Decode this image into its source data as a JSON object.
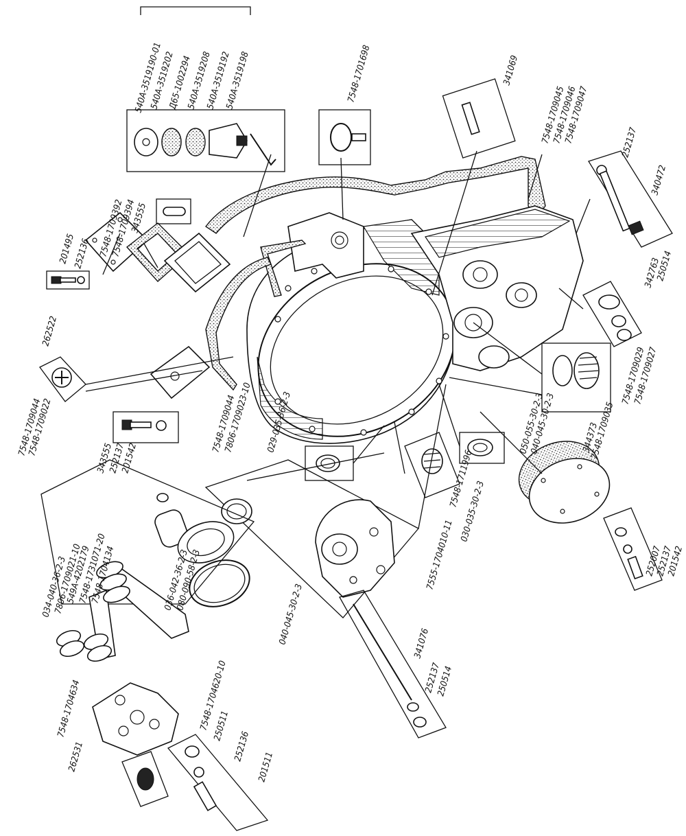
{
  "labels": {
    "p540A_01": "540A-3519190-01",
    "p540A_202": "540A-3519202",
    "pD65": "Д65-1002294",
    "p540A_208": "540A-3519208",
    "p540A_192": "540A-3519192",
    "p540A_198": "540A-3519198",
    "p1701698": "7548-1701698",
    "p341069": "341069",
    "p1709045": "7548-1709045",
    "p1709046": "7548-1709046",
    "p1709047": "7548-1709047",
    "p252137a": "252137",
    "p340472": "340472",
    "p342763": "342763",
    "p250514a": "250514",
    "p201495": "201495",
    "p252136a": "252136",
    "p1709392": "7548-1709392",
    "p1709394": "7548-1709394",
    "p343555a": "343555",
    "p262522": "262522",
    "p1709044a": "7548-1709044",
    "p1709022": "7548-1709022",
    "p343555b": "343555",
    "p252137b": "252137",
    "p201542a": "201542",
    "p1709044b": "7548-1709044",
    "p1709023": "7806-1709023-10",
    "p029_035": "029-035-36-2-3",
    "p050_055": "050-055-30-2-3",
    "p040_045a": "040-045-30-2-3",
    "p1709029": "7548-1709029",
    "p1709027": "7548-1709027",
    "p344373": "344373",
    "p030_035": "030-035-30-2-3",
    "p1711996": "7548-1711996",
    "p1704010": "7555-1704010-11",
    "p1709035": "7548-1709035",
    "p252007": "252007",
    "p252137c": "252137",
    "p201542b": "201542",
    "p034_040": "034-040-36-2-3",
    "p1709021": "7806-1709021-10",
    "p4202179": "549A-4202179",
    "p1731071": "7548-1731071-20",
    "p1704134": "7548-1704134",
    "p036_042": "036-042-36-2-3",
    "p080_090": "080-090-58-2-3",
    "p040_045b": "040-045-30-2-3",
    "p341076": "341076",
    "p252137d": "252137",
    "p250514b": "250514",
    "p1704634": "7548-1704634",
    "p1704620": "7548-1704620-10",
    "p262531": "262531",
    "p250511": "250511",
    "p252136b": "252136",
    "p201511": "201511"
  }
}
